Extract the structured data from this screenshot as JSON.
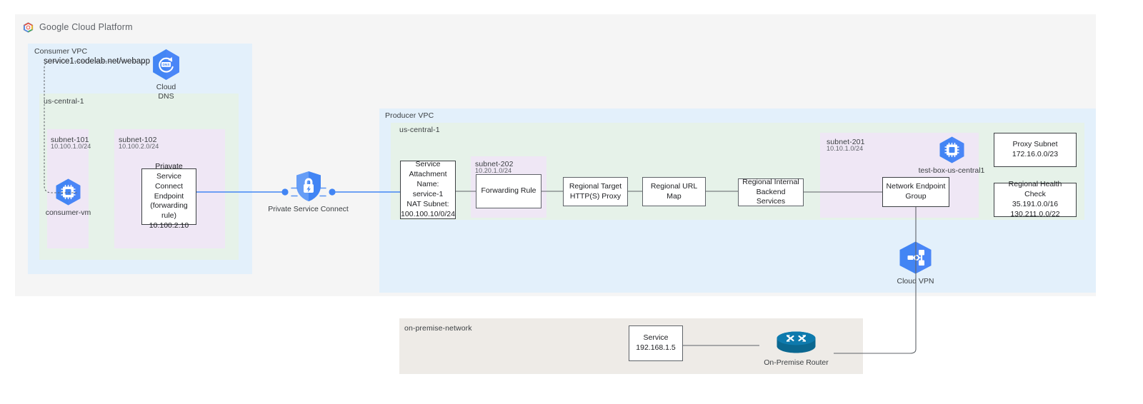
{
  "header": {
    "brand_google": "Google",
    "brand_cloud": "Cloud",
    "brand_platform": "Platform",
    "logo_icon": "google-cloud-hexagon-logo"
  },
  "colors": {
    "frame_bg": "#f5f5f5",
    "vpc_bg": "#e3f0fb",
    "region_bg": "#e6f2e9",
    "subnet_bg": "#efe7f5",
    "onprem_bg": "#eeebe7",
    "gcp_blue": "#4285f4",
    "psc_blue": "#4a7fe8",
    "psc_line": "#4285f4",
    "router_teal": "#0b6e9e",
    "wire": "#5f6368",
    "node_border": "#3c4043"
  },
  "consumer_vpc": {
    "label": "Consumer VPC",
    "region_label": "us-central-1",
    "dns_hostname": "service1.codelab.net/webapp",
    "cloud_dns": {
      "icon": "cloud-dns-icon",
      "caption_line1": "Cloud",
      "caption_line2": "DNS"
    },
    "subnet_101": {
      "name": "subnet-101",
      "cidr": "10.100.1.0/24"
    },
    "subnet_102": {
      "name": "subnet-102",
      "cidr": "10.100.2.0/24"
    },
    "consumer_vm": {
      "icon": "compute-engine-vm-icon",
      "caption": "consumer-vm"
    },
    "psc_endpoint": {
      "line1": "Priavate Service",
      "line2": "Connect Endpoint",
      "line3": "(forwarding rule)",
      "line4": "10.100.2.10"
    }
  },
  "private_service_connect": {
    "icon": "private-service-connect-shield-icon",
    "caption": "Private Service Connect"
  },
  "producer_vpc": {
    "label": "Producer VPC",
    "region_label": "us-central-1",
    "service_attachment": {
      "line1": "Service",
      "line2": "Attachment",
      "line3": "Name: service-1",
      "line4": "NAT Subnet:",
      "line5": "100.100.10/0/24"
    },
    "subnet_202": {
      "name": "subnet-202",
      "cidr": "10.20.1.0/24"
    },
    "forwarding_rule": {
      "label": "Forwarding Rule"
    },
    "target_proxy": {
      "line1": "Regional Target",
      "line2": "HTTP(S) Proxy"
    },
    "url_map": {
      "label": "Regional URL Map"
    },
    "backend_services": {
      "line1": "Regional Internal",
      "line2": "Backend Services"
    },
    "subnet_201": {
      "name": "subnet-201",
      "cidr": "10.10.1.0/24"
    },
    "test_box": {
      "icon": "compute-engine-vm-icon",
      "caption": "test-box-us-central1"
    },
    "network_endpoint_group": {
      "line1": "Network Endpoint",
      "line2": "Group"
    },
    "proxy_subnet": {
      "line1": "Proxy Subnet",
      "line2": "172.16.0.0/23"
    },
    "health_check": {
      "line1": "Regional Health Check",
      "line2": "35.191.0.0/16",
      "line3": "130.211.0.0/22"
    }
  },
  "cloud_vpn": {
    "icon": "cloud-vpn-icon",
    "caption": "Cloud VPN"
  },
  "on_premise": {
    "label": "on-premise-network",
    "service": {
      "line1": "Service",
      "line2": "192.168.1.5"
    },
    "router": {
      "icon": "on-premise-router-icon",
      "caption": "On-Premise Router"
    }
  }
}
